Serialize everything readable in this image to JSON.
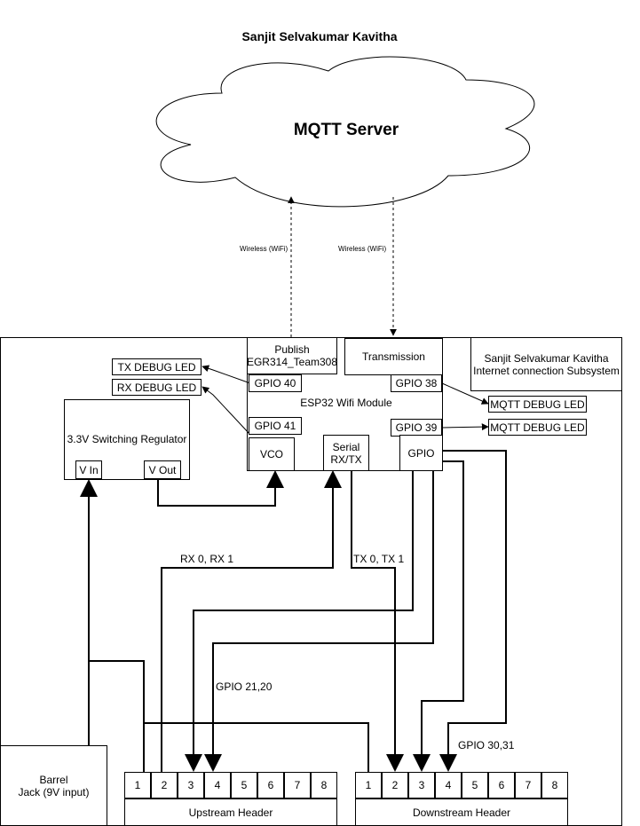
{
  "title": "Sanjit Selvakumar Kavitha",
  "cloud": {
    "label": "MQTT Server"
  },
  "links": {
    "wifi_left": "Wireless (WiFi)",
    "wifi_right": "Wireless (WiFi)"
  },
  "subsystem": {
    "line1": "Sanjit Selvakumar Kavitha",
    "line2": "Internet connection Subsystem"
  },
  "esp32": {
    "title": "ESP32 Wifi Module",
    "publish_line1": "Publish",
    "publish_line2": "EGR314_Team308",
    "transmission": "Transmission",
    "gpio40": "GPIO 40",
    "gpio41": "GPIO 41",
    "gpio38": "GPIO 38",
    "gpio39": "GPIO 39",
    "vco": "VCO",
    "serial_line1": "Serial",
    "serial_line2": "RX/TX",
    "gpio": "GPIO"
  },
  "leds": {
    "tx": "TX DEBUG LED",
    "rx": "RX DEBUG LED",
    "mqtt1": "MQTT DEBUG LED",
    "mqtt2": "MQTT DEBUG LED"
  },
  "regulator": {
    "title": "3.3V Switching Regulator",
    "vin": "V In",
    "vout": "V Out"
  },
  "barrel": {
    "line1": "Barrel",
    "line2": "Jack (9V input)"
  },
  "wire_labels": {
    "rx": "RX 0, RX 1",
    "tx": "TX 0, TX 1",
    "gpio_up": "GPIO 21,20",
    "gpio_down": "GPIO 30,31"
  },
  "upstream": {
    "label": "Upstream Header",
    "pins": [
      "1",
      "2",
      "3",
      "4",
      "5",
      "6",
      "7",
      "8"
    ]
  },
  "downstream": {
    "label": "Downstream Header",
    "pins": [
      "1",
      "2",
      "3",
      "4",
      "5",
      "6",
      "7",
      "8"
    ]
  }
}
